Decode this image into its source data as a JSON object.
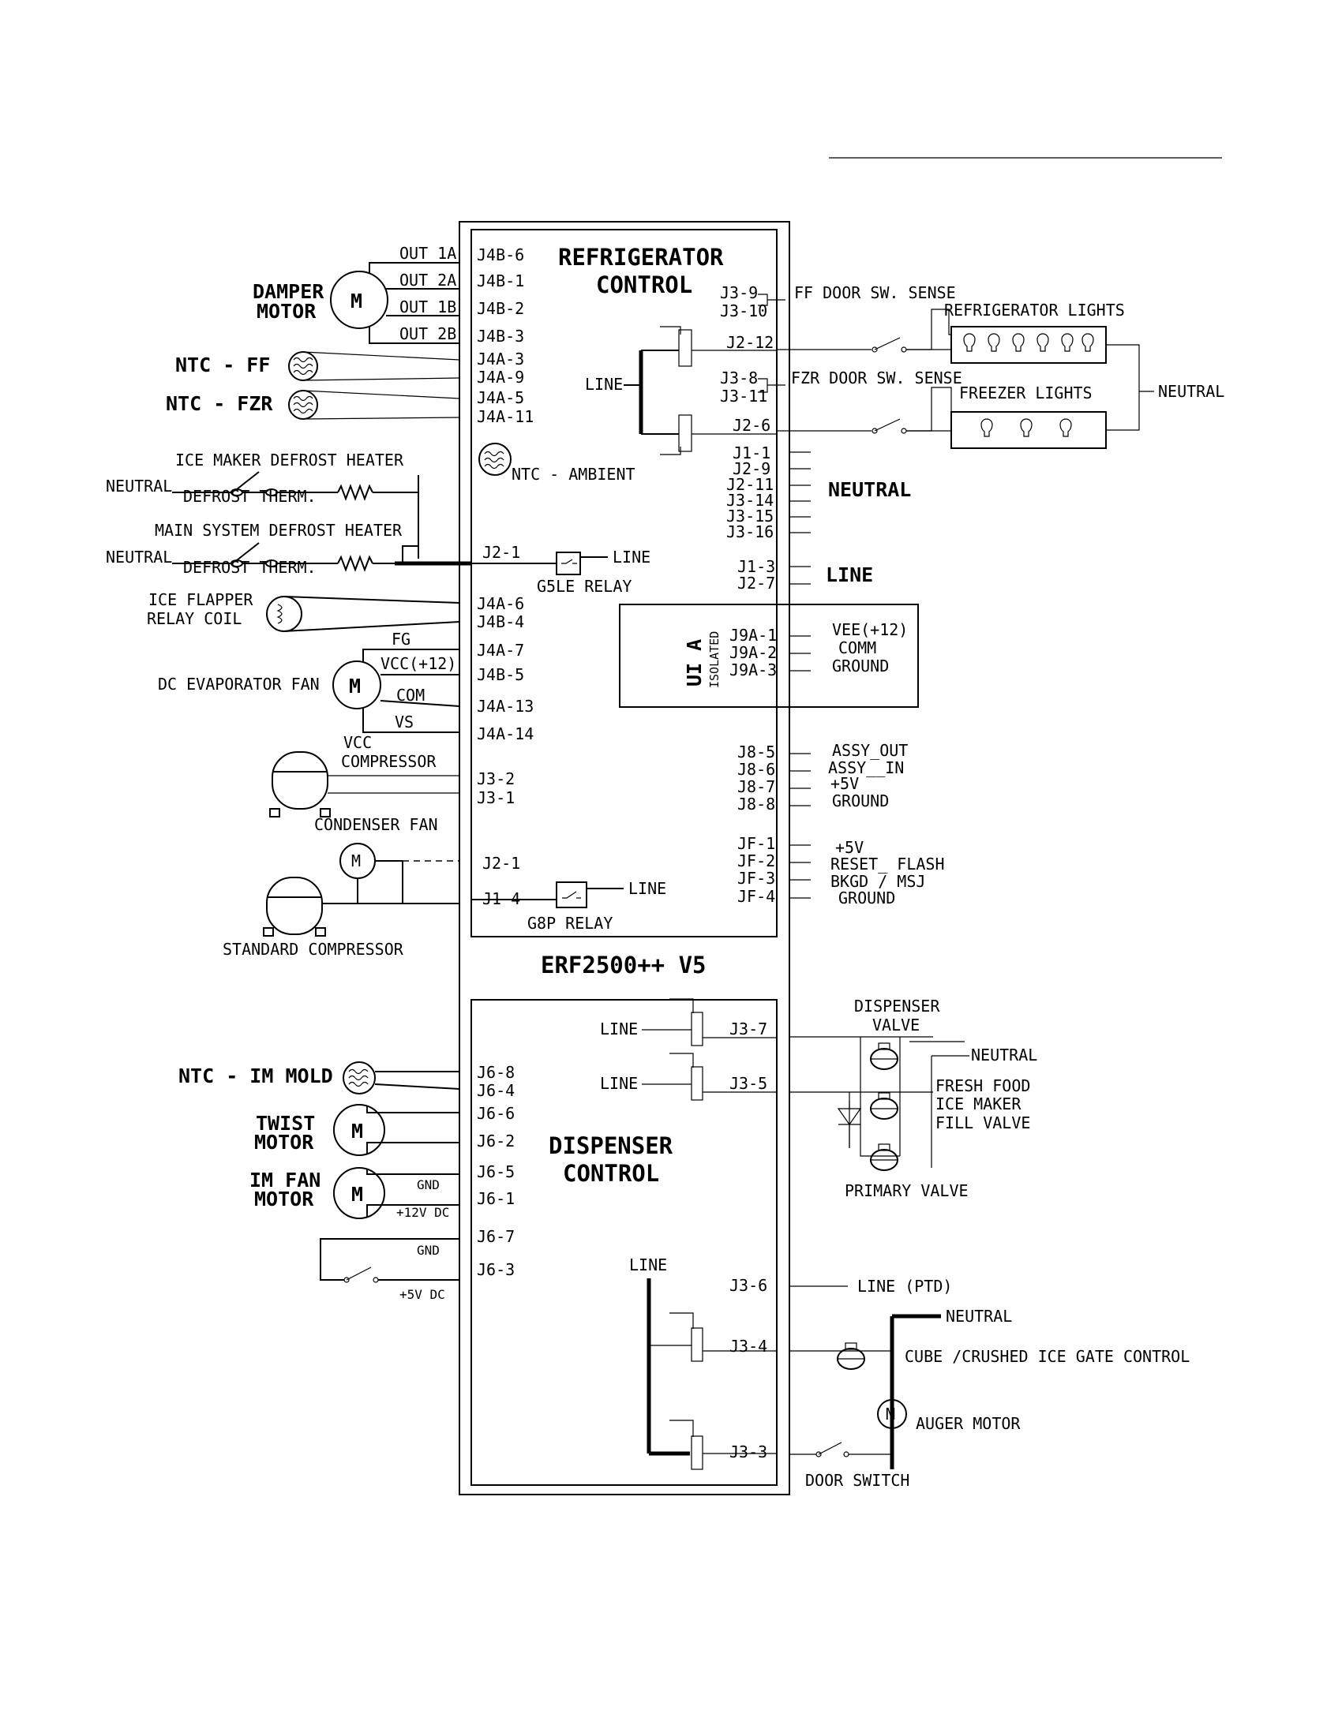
{
  "board": {
    "model": "ERF2500++ V5",
    "refrigerator_title_1": "REFRIGERATOR",
    "refrigerator_title_2": "CONTROL",
    "dispenser_title_1": "DISPENSER",
    "dispenser_title_2": "CONTROL"
  },
  "left_devices": {
    "damper_motor_1": "DAMPER",
    "damper_motor_2": "MOTOR",
    "motor_symbol": "M",
    "ntc_ff": "NTC  - FF",
    "ntc_fzr": "NTC  - FZR",
    "ice_maker_defrost_heater": "ICE MAKER DEFROST HEATER",
    "main_system_defrost_heater": "MAIN SYSTEM DEFROST HEATER",
    "neutral": "NEUTRAL",
    "defrost_therm": "DEFROST THERM.",
    "ice_flapper_1": "ICE FLAPPER",
    "ice_flapper_2": "RELAY COIL",
    "dc_evap_fan": "DC EVAPORATOR FAN",
    "vcc_compressor_1": "VCC",
    "vcc_compressor_2": "COMPRESSOR",
    "condenser_fan": "CONDENSER FAN",
    "standard_compressor": "STANDARD COMPRESSOR",
    "ntc_im_mold": "NTC - IM MOLD",
    "twist_motor_1": "TWIST",
    "twist_motor_2": "MOTOR",
    "im_fan_motor_1": "IM FAN",
    "im_fan_motor_2": "MOTOR"
  },
  "wire_labels": {
    "out_1a": "OUT 1A",
    "out_2a": "OUT 2A",
    "out_1b": "OUT 1B",
    "out_2b": "OUT 2B",
    "fg": "FG",
    "vcc12": "VCC(+12)",
    "com": "COM",
    "vs": "VS",
    "gnd": "GND",
    "plus12vdc": "+12V DC",
    "plus5vdc": "+5V DC"
  },
  "left_pins": [
    "J4B-6",
    "J4B-1",
    "J4B-2",
    "J4B-3",
    "J4A-3",
    "J4A-9",
    "J4A-5",
    "J4A-11",
    "J2-1",
    "J4A-6",
    "J4B-4",
    "J4A-7",
    "J4B-5",
    "J4A-13",
    "J4A-14",
    "J3-2",
    "J3-1",
    "J2-1",
    "J1-4"
  ],
  "disp_left_pins": [
    "J6-8",
    "J6-4",
    "J6-6",
    "J6-2",
    "J6-5",
    "J6-1",
    "J6-7",
    "J6-3"
  ],
  "right_pins": [
    "J3-9",
    "J3-10",
    "J2-12",
    "J3-8",
    "J3-11",
    "J2-6",
    "J1-1",
    "J2-9",
    "J2-11",
    "J3-14",
    "J3-15",
    "J3-16",
    "J1-3",
    "J2-7"
  ],
  "ui_pins": [
    "J9A-1",
    "J9A-2",
    "J9A-3"
  ],
  "j8_pins": [
    "J8-5",
    "J8-6",
    "J8-7",
    "J8-8"
  ],
  "jf_pins": [
    "JF-1",
    "JF-2",
    "JF-3",
    "JF-4"
  ],
  "disp_right_pins": [
    "J3-7",
    "J3-5",
    "J3-6",
    "J3-4",
    "J3-3"
  ],
  "internal": {
    "line": "LINE",
    "ntc_ambient": "NTC  - AMBIENT",
    "g5le_relay": "G5LE RELAY",
    "g8p_relay": "G8P RELAY",
    "ui_a": "UI A",
    "isolated": "ISOLATED"
  },
  "right_side": {
    "ff_door_sense": "FF DOOR SW. SENSE",
    "refrigerator_lights": "REFRIGERATOR LIGHTS",
    "fzr_door_sense": "FZR DOOR SW. SENSE",
    "freezer_lights": "FREEZER LIGHTS",
    "neutral": "NEUTRAL",
    "neutral_big": "NEUTRAL",
    "line_big": "LINE",
    "ui_signals": [
      "VEE(+12)",
      "COMM",
      "GROUND"
    ],
    "j8_signals": [
      "ASSY_OUT",
      "ASSY__IN",
      "+5V",
      "GROUND"
    ],
    "jf_signals": [
      "+5V",
      "RESET_ FLASH",
      "BKGD / MSJ",
      "GROUND"
    ],
    "dispenser_valve_1": "DISPENSER",
    "dispenser_valve_2": "VALVE",
    "fresh_food_1": "FRESH FOOD",
    "fresh_food_2": "ICE MAKER",
    "fresh_food_3": "FILL VALVE",
    "primary_valve": "PRIMARY VALVE",
    "line_ptd": "LINE (PTD)",
    "cube_crushed": "CUBE /CRUSHED ICE GATE CONTROL",
    "auger_motor": "AUGER MOTOR",
    "door_switch": "DOOR SWITCH"
  }
}
